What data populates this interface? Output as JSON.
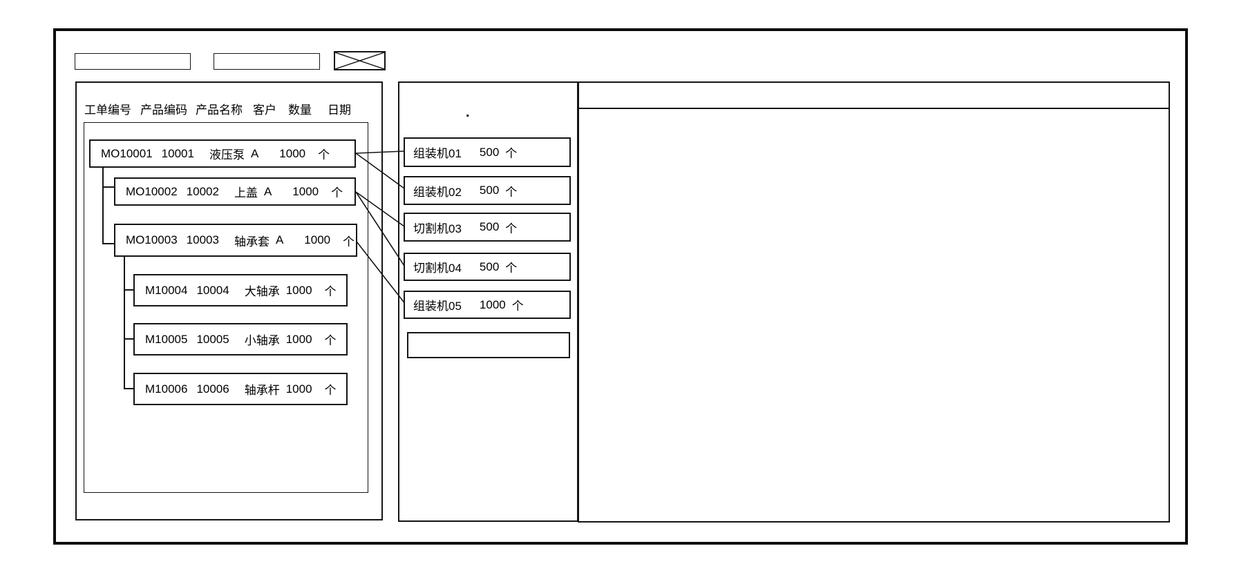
{
  "colors": {
    "stroke": "#141414",
    "background": "#ffffff"
  },
  "toolbar": {
    "field1_value": "",
    "field2_value": "",
    "close_icon": "x-cross-icon"
  },
  "left_panel": {
    "columns": [
      "工单编号",
      "产品编码",
      "产品名称",
      "客户",
      "数量",
      "日期"
    ],
    "orders": [
      {
        "order_no": "MO10001",
        "product_code": "10001",
        "product_name": "液压泵",
        "customer": "A",
        "qty": "1000",
        "unit": "个",
        "level": 0
      },
      {
        "order_no": "MO10002",
        "product_code": "10002",
        "product_name": "上盖",
        "customer": "A",
        "qty": "1000",
        "unit": "个",
        "level": 1
      },
      {
        "order_no": "MO10003",
        "product_code": "10003",
        "product_name": "轴承套",
        "customer": "A",
        "qty": "1000",
        "unit": "个",
        "level": 1
      },
      {
        "order_no": "M10004",
        "product_code": "10004",
        "product_name": "大轴承",
        "customer": "",
        "qty": "1000",
        "unit": "个",
        "level": 2
      },
      {
        "order_no": "M10005",
        "product_code": "10005",
        "product_name": "小轴承",
        "customer": "",
        "qty": "1000",
        "unit": "个",
        "level": 2
      },
      {
        "order_no": "M10006",
        "product_code": "10006",
        "product_name": "轴承杆",
        "customer": "",
        "qty": "1000",
        "unit": "个",
        "level": 2
      }
    ]
  },
  "machine_panel": {
    "dot_mark": ".",
    "machines": [
      {
        "name": "组装机01",
        "qty": "500",
        "unit": "个"
      },
      {
        "name": "组装机02",
        "qty": "500",
        "unit": "个"
      },
      {
        "name": "切割机03",
        "qty": "500",
        "unit": "个"
      },
      {
        "name": "切割机04",
        "qty": "500",
        "unit": "个"
      },
      {
        "name": "组装机05",
        "qty": "1000",
        "unit": "个"
      },
      {
        "name": "",
        "qty": "",
        "unit": ""
      }
    ]
  },
  "connections": [
    {
      "from": "MO10001",
      "to": "组装机01"
    },
    {
      "from": "MO10001",
      "to": "组装机02"
    },
    {
      "from": "MO10002",
      "to": "切割机03"
    },
    {
      "from": "MO10002",
      "to": "切割机04"
    },
    {
      "from": "MO10003",
      "to": "组装机05"
    }
  ],
  "right_panel": {
    "content": ""
  }
}
